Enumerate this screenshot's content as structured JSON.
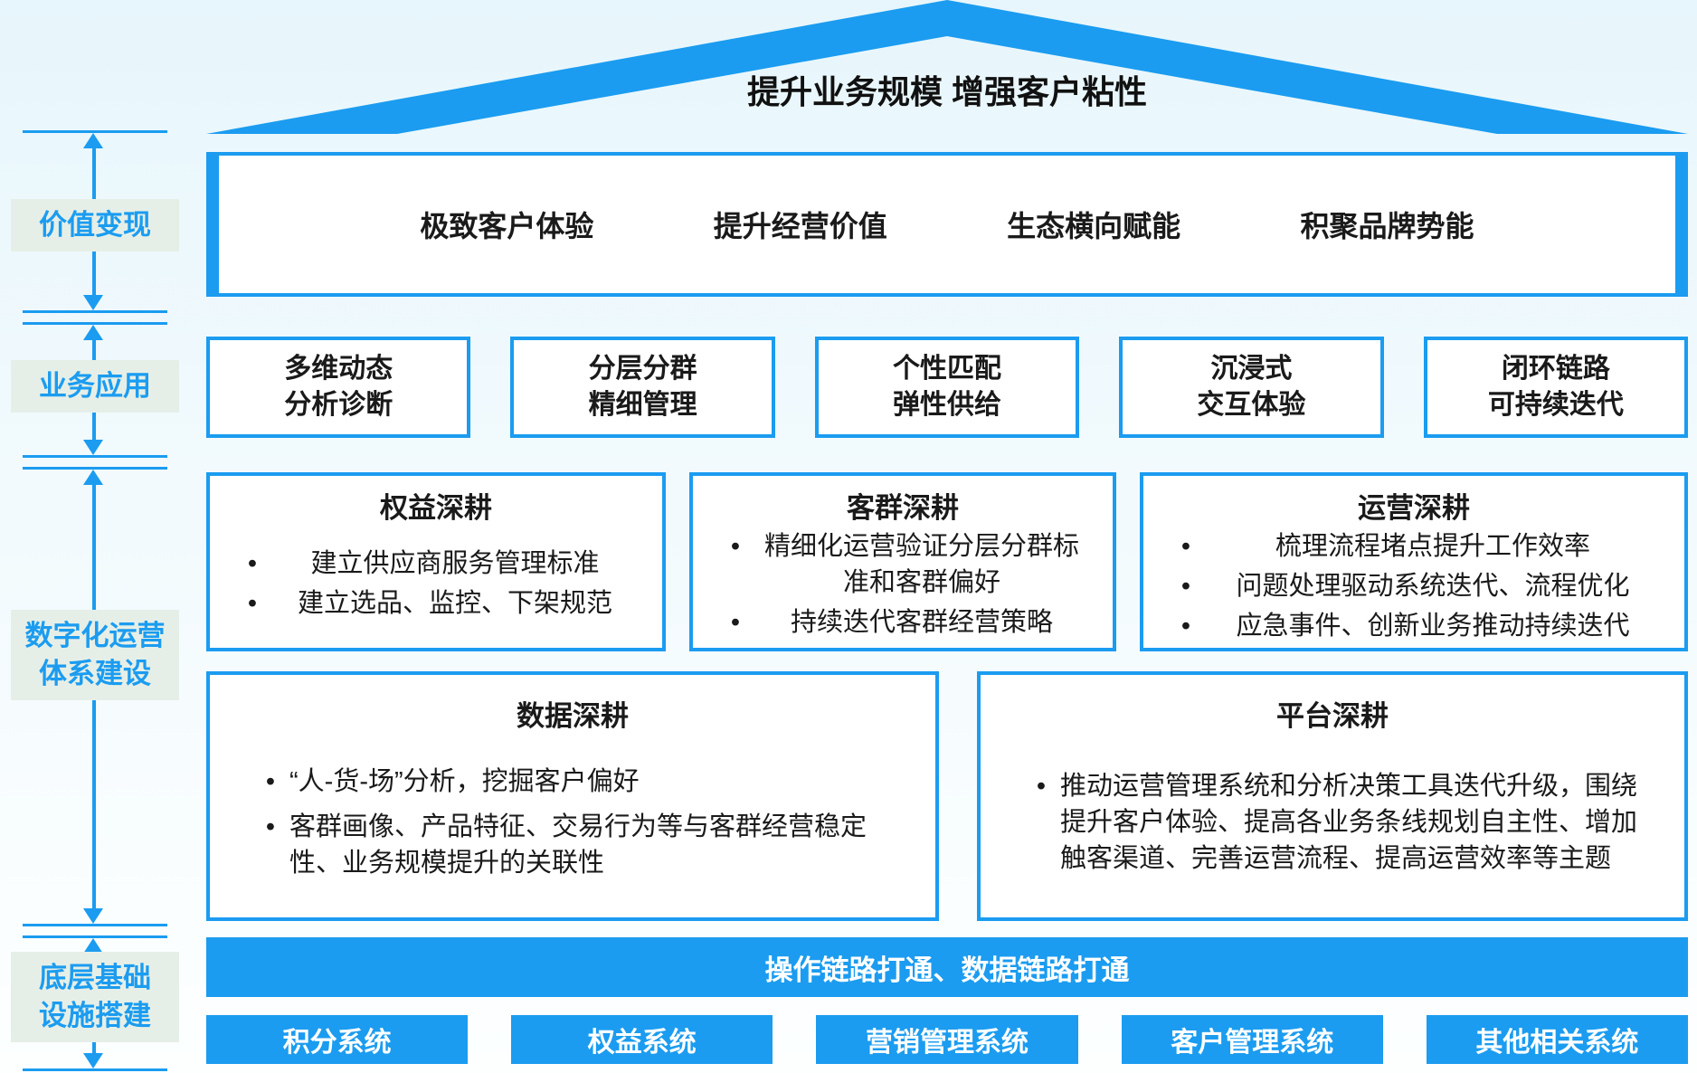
{
  "colors": {
    "primary": "#1B9CF0",
    "rail_label_bg": "#E6EFE7",
    "text_dark": "#1A1A1A",
    "box_bg": "#FFFFFF"
  },
  "roof": {
    "title": "提升业务规模 增强客户粘性"
  },
  "rail": {
    "sections": [
      {
        "label_lines": [
          "价值变现"
        ]
      },
      {
        "label_lines": [
          "业务应用"
        ]
      },
      {
        "label_lines": [
          "数字化运营",
          "体系建设"
        ]
      },
      {
        "label_lines": [
          "底层基础",
          "设施搭建"
        ]
      }
    ]
  },
  "value_row": {
    "items": [
      "极致客户体验",
      "提升经营价值",
      "生态横向赋能",
      "积聚品牌势能"
    ]
  },
  "application_row": {
    "items": [
      {
        "lines": [
          "多维动态",
          "分析诊断"
        ]
      },
      {
        "lines": [
          "分层分群",
          "精细管理"
        ]
      },
      {
        "lines": [
          "个性匹配",
          "弹性供给"
        ]
      },
      {
        "lines": [
          "沉浸式",
          "交互体验"
        ]
      },
      {
        "lines": [
          "闭环链路",
          "可持续迭代"
        ]
      }
    ]
  },
  "cultivation_top": [
    {
      "title": "权益深耕",
      "bullets": [
        "建立供应商服务管理标准",
        "建立选品、监控、下架规范"
      ]
    },
    {
      "title": "客群深耕",
      "bullets": [
        "精细化运营验证分层分群标准和客群偏好",
        "持续迭代客群经营策略"
      ]
    },
    {
      "title": "运营深耕",
      "bullets": [
        "梳理流程堵点提升工作效率",
        "问题处理驱动系统迭代、流程优化",
        "应急事件、创新业务推动持续迭代"
      ]
    }
  ],
  "cultivation_bottom": [
    {
      "title": "数据深耕",
      "bullets": [
        "“人-货-场”分析，挖掘客户偏好",
        "客群画像、产品特征、交易行为等与客群经营稳定性、业务规模提升的关联性"
      ]
    },
    {
      "title": "平台深耕",
      "bullets": [
        "推动运营管理系统和分析决策工具迭代升级，围绕提升客户体验、提高各业务条线规划自主性、增加触客渠道、完善运营流程、提高运营效率等主题"
      ]
    }
  ],
  "foundation": {
    "bar_label": "操作链路打通、数据链路打通",
    "systems": [
      "积分系统",
      "权益系统",
      "营销管理系统",
      "客户管理系统",
      "其他相关系统"
    ]
  }
}
